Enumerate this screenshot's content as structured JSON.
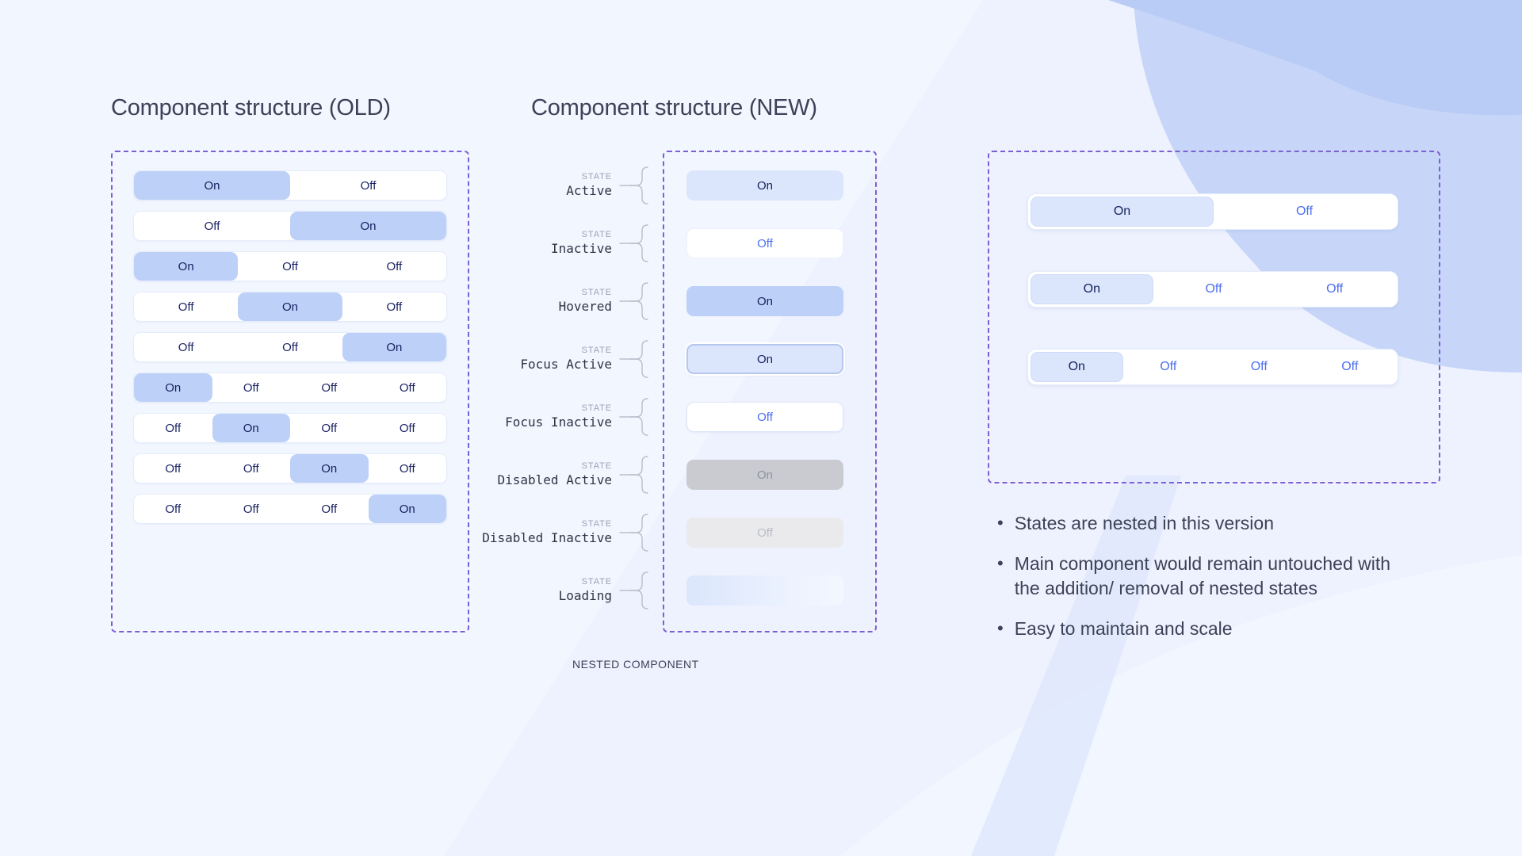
{
  "colors": {
    "page_background": "#eef2fe",
    "dashed_border": "#7c5fd3",
    "segment_active": "#bdd0f8",
    "segment_active_soft": "#dbe6fc",
    "label_text": "#3c4257",
    "toggle_text_on": "#14215c",
    "toggle_text_off": "#4c6ef0",
    "disabled_active": "#c9cbd1",
    "disabled_inactive": "#eaeaec"
  },
  "old_column": {
    "title": "Component structure (OLD)",
    "toggles": [
      {
        "segments": [
          {
            "label": "On",
            "state": "on"
          },
          {
            "label": "Off",
            "state": "off"
          }
        ]
      },
      {
        "segments": [
          {
            "label": "Off",
            "state": "off"
          },
          {
            "label": "On",
            "state": "on"
          }
        ]
      },
      {
        "segments": [
          {
            "label": "On",
            "state": "on"
          },
          {
            "label": "Off",
            "state": "off"
          },
          {
            "label": "Off",
            "state": "off"
          }
        ]
      },
      {
        "segments": [
          {
            "label": "Off",
            "state": "off"
          },
          {
            "label": "On",
            "state": "on"
          },
          {
            "label": "Off",
            "state": "off"
          }
        ]
      },
      {
        "segments": [
          {
            "label": "Off",
            "state": "off"
          },
          {
            "label": "Off",
            "state": "off"
          },
          {
            "label": "On",
            "state": "on"
          }
        ]
      },
      {
        "segments": [
          {
            "label": "On",
            "state": "on"
          },
          {
            "label": "Off",
            "state": "off"
          },
          {
            "label": "Off",
            "state": "off"
          },
          {
            "label": "Off",
            "state": "off"
          }
        ]
      },
      {
        "segments": [
          {
            "label": "Off",
            "state": "off"
          },
          {
            "label": "On",
            "state": "on"
          },
          {
            "label": "Off",
            "state": "off"
          },
          {
            "label": "Off",
            "state": "off"
          }
        ]
      },
      {
        "segments": [
          {
            "label": "Off",
            "state": "off"
          },
          {
            "label": "Off",
            "state": "off"
          },
          {
            "label": "On",
            "state": "on"
          },
          {
            "label": "Off",
            "state": "off"
          }
        ]
      },
      {
        "segments": [
          {
            "label": "Off",
            "state": "off"
          },
          {
            "label": "Off",
            "state": "off"
          },
          {
            "label": "Off",
            "state": "off"
          },
          {
            "label": "On",
            "state": "on"
          }
        ]
      }
    ]
  },
  "new_column": {
    "title": "Component structure (NEW)",
    "caption": "NESTED COMPONENT",
    "state_kicker": "STATE",
    "states": [
      {
        "name": "Active",
        "chip_label": "On",
        "variant": "chip-active"
      },
      {
        "name": "Inactive",
        "chip_label": "Off",
        "variant": "chip-inactive"
      },
      {
        "name": "Hovered",
        "chip_label": "On",
        "variant": "chip-hovered"
      },
      {
        "name": "Focus Active",
        "chip_label": "On",
        "variant": "chip-focus-active"
      },
      {
        "name": "Focus Inactive",
        "chip_label": "Off",
        "variant": "chip-focus-inactive"
      },
      {
        "name": "Disabled Active",
        "chip_label": "On",
        "variant": "chip-disabled-active"
      },
      {
        "name": "Disabled Inactive",
        "chip_label": "Off",
        "variant": "chip-disabled-inactive"
      },
      {
        "name": "Loading",
        "chip_label": "",
        "variant": "chip-loading"
      }
    ]
  },
  "right_column": {
    "toggles": [
      {
        "segments": [
          {
            "label": "On",
            "state": "on"
          },
          {
            "label": "Off",
            "state": "off"
          }
        ]
      },
      {
        "segments": [
          {
            "label": "On",
            "state": "on"
          },
          {
            "label": "Off",
            "state": "off"
          },
          {
            "label": "Off",
            "state": "off"
          }
        ]
      },
      {
        "segments": [
          {
            "label": "On",
            "state": "on"
          },
          {
            "label": "Off",
            "state": "off"
          },
          {
            "label": "Off",
            "state": "off"
          },
          {
            "label": "Off",
            "state": "off"
          }
        ]
      }
    ],
    "bullets": [
      "States are nested in this version",
      "Main component would remain untouched with the addition/ removal of nested states",
      "Easy to maintain and scale"
    ],
    "bullet_marker": "•"
  }
}
